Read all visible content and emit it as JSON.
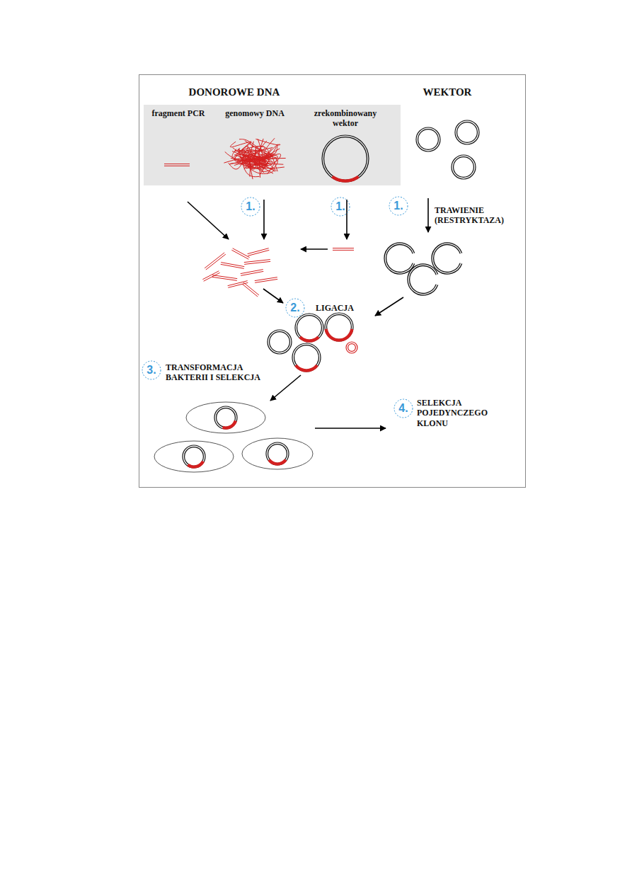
{
  "diagram": {
    "nodes": [
      {
        "text": [
          "fragment PCR",
          "genomowy DNA",
          "zrekombinowany wektor"
        ]
      }
    ],
    "labels": [
      "DONOROWE DNA",
      "WEKTOR",
      "1.",
      "1.",
      "1.",
      "TRAWIENIE (RESTRYKTAZA)",
      "2.",
      "LIGACJA",
      "3.",
      "TRANSFORMACJA BAKTERII I SELEKCJA",
      "4.",
      "SELEKCJA POJEDYNCZEGO KLONU"
    ]
  }
}
